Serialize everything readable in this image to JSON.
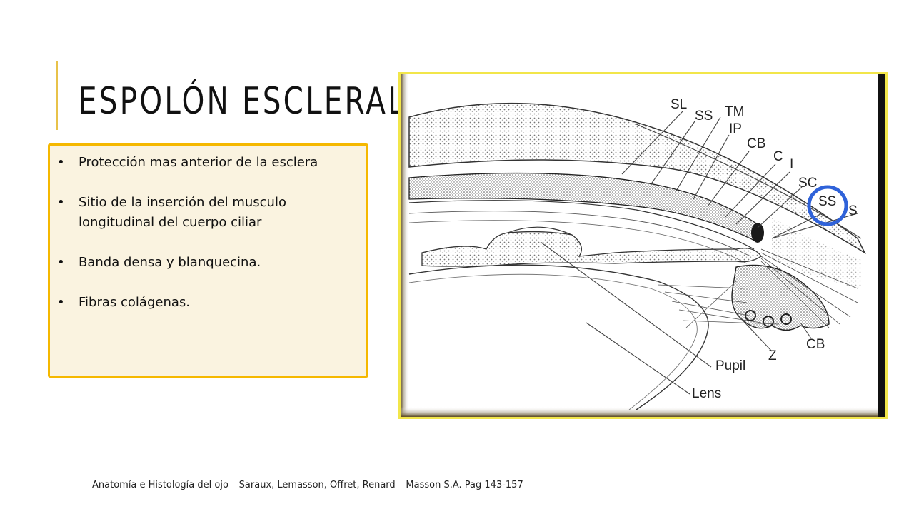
{
  "slide": {
    "title": "ESPOLÓN ESCLERAL",
    "bullets": [
      "Protección mas anterior de la esclera",
      "Sitio de la inserción del musculo longitudinal del cuerpo ciliar",
      "Banda densa y blanquecina.",
      "Fibras colágenas."
    ],
    "citation": "Anatomía e Histología del ojo – Saraux, Lemasson, Offret, Renard – Masson S.A. Pag 143-157"
  },
  "diagram": {
    "labels": {
      "sl": "SL",
      "ss_top": "SS",
      "tm": "TM",
      "ip": "IP",
      "cb_top": "CB",
      "c": "C",
      "i": "I",
      "sc": "SC",
      "ss_circled": "SS",
      "s": "S",
      "cb_bottom": "CB",
      "z": "Z",
      "pupil": "Pupil",
      "lens": "Lens"
    },
    "highlight_color": "#2f62d9",
    "frame_color": "#f2e64a",
    "box_border_color": "#f5b800",
    "box_fill_color": "#faf3e0"
  }
}
